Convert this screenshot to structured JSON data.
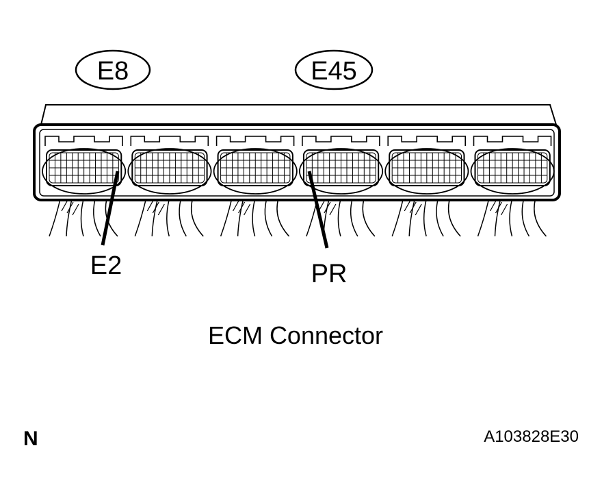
{
  "diagram": {
    "caption": "ECM Connector",
    "page_marker": "N",
    "figure_ref": "A103828E30",
    "module_count": 6,
    "callouts": [
      {
        "label": "E8"
      },
      {
        "label": "E45"
      }
    ],
    "pin_labels": [
      {
        "label": "E2"
      },
      {
        "label": "PR"
      }
    ],
    "colors": {
      "line": "#000000",
      "background": "#ffffff"
    }
  }
}
